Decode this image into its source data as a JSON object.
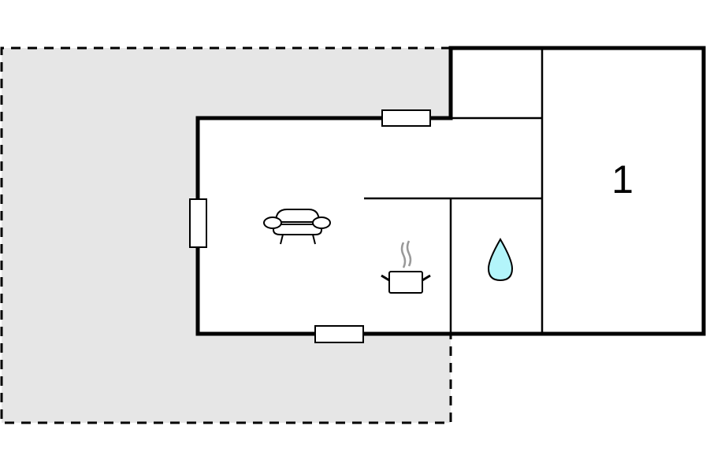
{
  "diagram": {
    "type": "floor-plan",
    "colors": {
      "terrace_fill": "#e6e6e6",
      "wall": "#000000",
      "water_fill": "#b3f5fa",
      "steam": "#999999",
      "background": "#ffffff"
    },
    "rooms": [
      {
        "id": "living-kitchen",
        "contains": [
          "sofa-icon",
          "cooking-pot-icon"
        ]
      },
      {
        "id": "hallway"
      },
      {
        "id": "storage-small"
      },
      {
        "id": "bathroom",
        "contains": [
          "water-drop-icon"
        ]
      },
      {
        "id": "bedroom-1",
        "label": "1"
      }
    ],
    "outdoor": {
      "id": "terrace",
      "style": "dashed-outline-grey-fill"
    },
    "windows": [
      "window-top",
      "window-left",
      "window-bottom"
    ],
    "bedroom_label": "1"
  }
}
